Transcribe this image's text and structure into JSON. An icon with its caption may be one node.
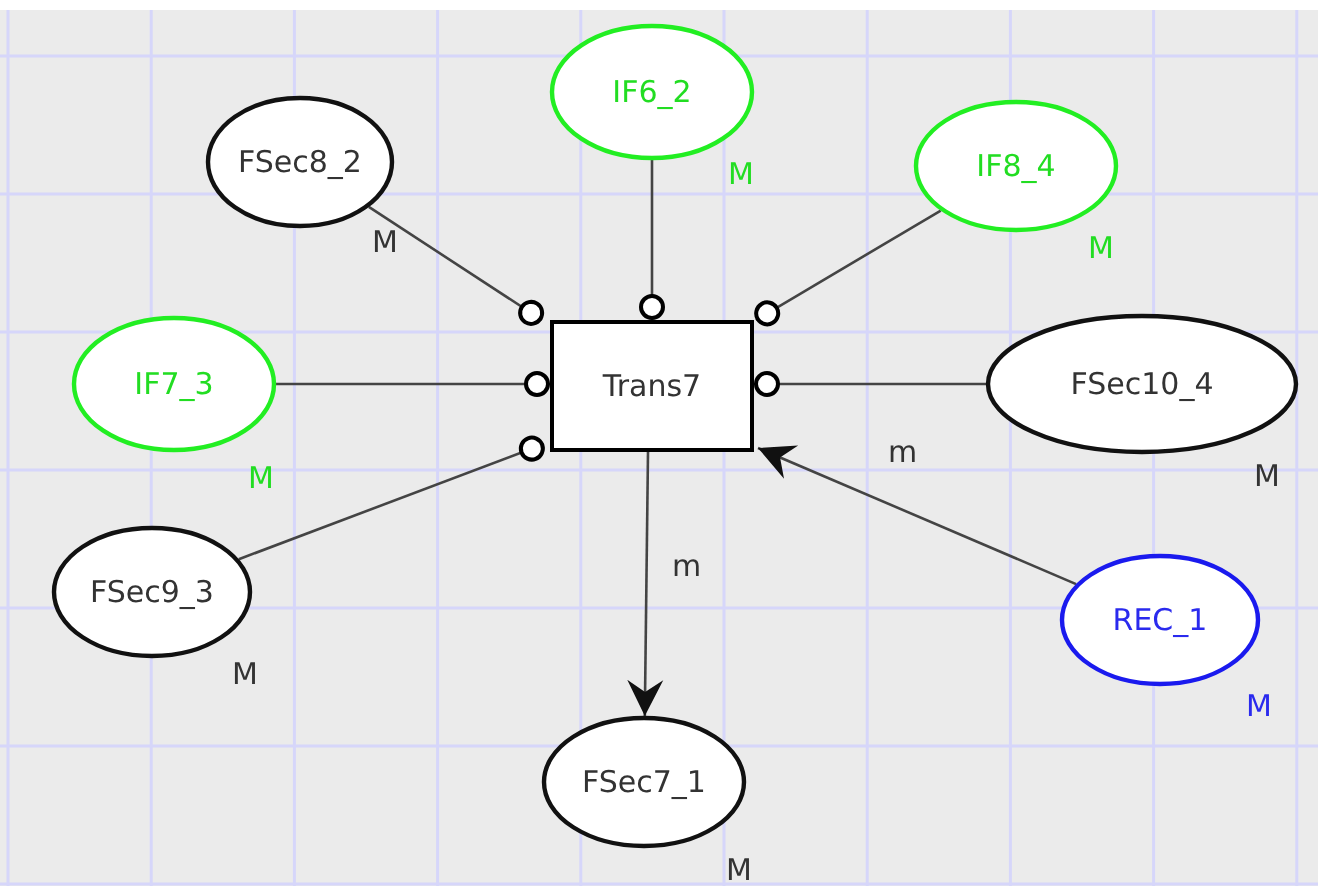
{
  "diagram": {
    "nodes": [
      {
        "text": [
          "Trans7"
        ]
      },
      {
        "text": [
          "IF6_2"
        ],
        "beside": [
          "M"
        ]
      },
      {
        "text": [
          "FSec8_2"
        ],
        "beside": [
          "M"
        ]
      },
      {
        "text": [
          "IF8_4"
        ],
        "beside": [
          "M"
        ]
      },
      {
        "text": [
          "IF7_3"
        ],
        "beside": [
          "M"
        ]
      },
      {
        "text": [
          "FSec10_4"
        ],
        "beside": [
          "M"
        ]
      },
      {
        "text": [
          "FSec9_3"
        ],
        "beside": [
          "M"
        ]
      },
      {
        "text": [
          "REC_1"
        ],
        "beside": [
          "M"
        ]
      },
      {
        "text": [
          "FSec7_1"
        ],
        "beside": [
          "M"
        ]
      }
    ],
    "edges": [
      {
        "from": 2,
        "to": 0,
        "arrow": "other"
      },
      {
        "from": 1,
        "to": 0,
        "arrow": "other"
      },
      {
        "from": 3,
        "to": 0,
        "arrow": "other"
      },
      {
        "from": 4,
        "to": 0,
        "arrow": "other"
      },
      {
        "from": 5,
        "to": 0,
        "arrow": "other"
      },
      {
        "from": 6,
        "to": 0,
        "arrow": "other"
      },
      {
        "from": 0,
        "to": 8,
        "arrow": "to",
        "label": "m"
      },
      {
        "from": 7,
        "to": 0,
        "arrow": "to",
        "label": "m"
      }
    ]
  }
}
